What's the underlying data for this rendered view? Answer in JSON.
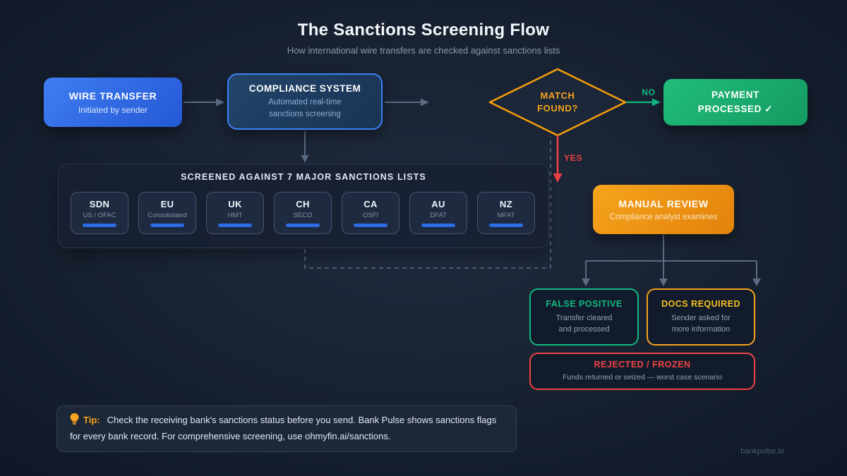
{
  "page": {
    "title": "The Sanctions Screening Flow",
    "subtitle": "How international wire transfers are checked against sanctions lists",
    "footer": "bankpulse.io"
  },
  "nodes": {
    "wire_transfer": {
      "title": "WIRE TRANSFER",
      "subtitle": "Initiated by sender"
    },
    "compliance": {
      "title": "COMPLIANCE SYSTEM",
      "subtitle_line1": "Automated real-time",
      "subtitle_line2": "sanctions screening"
    },
    "decision": {
      "line1": "MATCH",
      "line2": "FOUND?"
    },
    "payment": {
      "line1": "PAYMENT",
      "line2": "PROCESSED ✓"
    },
    "manual_review": {
      "title": "MANUAL REVIEW",
      "subtitle": "Compliance analyst examines"
    },
    "false_positive": {
      "title": "FALSE POSITIVE",
      "line1": "Transfer cleared",
      "line2": "and processed"
    },
    "docs_required": {
      "title": "DOCS REQUIRED",
      "line1": "Sender asked for",
      "line2": "more information"
    },
    "rejected": {
      "title": "REJECTED / FROZEN",
      "subtitle": "Funds returned or seized — worst case scenario"
    }
  },
  "edges": {
    "no_label": "NO",
    "yes_label": "YES"
  },
  "lists_panel": {
    "title": "SCREENED AGAINST 7 MAJOR SANCTIONS LISTS",
    "items": [
      {
        "code": "SDN",
        "org": "US / OFAC"
      },
      {
        "code": "EU",
        "org": "Consolidated"
      },
      {
        "code": "UK",
        "org": "HMT"
      },
      {
        "code": "CH",
        "org": "SECO"
      },
      {
        "code": "CA",
        "org": "OSFI"
      },
      {
        "code": "AU",
        "org": "DFAT"
      },
      {
        "code": "NZ",
        "org": "MFAT"
      }
    ]
  },
  "tip": {
    "icon": "lightbulb-icon",
    "label": "Tip:",
    "text": "Check the receiving bank's sanctions status before you send. Bank Pulse shows sanctions flags for every bank record. For comprehensive screening, use ohmyfin.ai/sanctions."
  },
  "colors": {
    "accent_blue": "#3b82f6",
    "success_green": "#10b981",
    "warning_orange": "#f59e0b",
    "danger_red": "#ef4444",
    "connector_gray": "#5b6b82",
    "list_bar_blue": "#2e6ce4"
  }
}
